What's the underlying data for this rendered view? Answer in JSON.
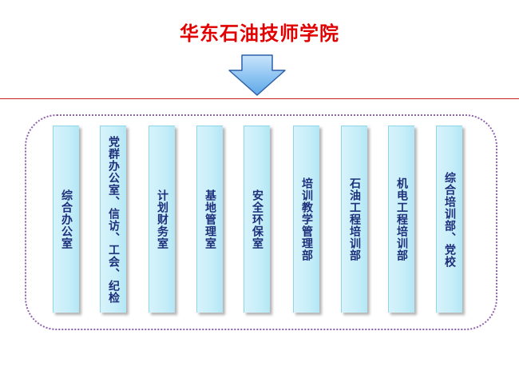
{
  "title": "华东石油技师学院",
  "colors": {
    "title": "#e00000",
    "divider": "#c82020",
    "container_border": "#9060b0",
    "box_fill": "#c6eef9",
    "box_text": "#1d2f7a",
    "arrow_fill": "#5fa8e8"
  },
  "icons": {
    "arrow": "down-arrow-icon"
  },
  "departments": [
    {
      "label": "综合办公室"
    },
    {
      "label": "党群办公室、信访、工会、纪检"
    },
    {
      "label": "计划财务室"
    },
    {
      "label": "基地管理室"
    },
    {
      "label": "安全环保室"
    },
    {
      "label": "培训教学管理部"
    },
    {
      "label": "石油工程培训部"
    },
    {
      "label": "机电工程培训部"
    },
    {
      "label": "综合培训部、党校"
    }
  ]
}
